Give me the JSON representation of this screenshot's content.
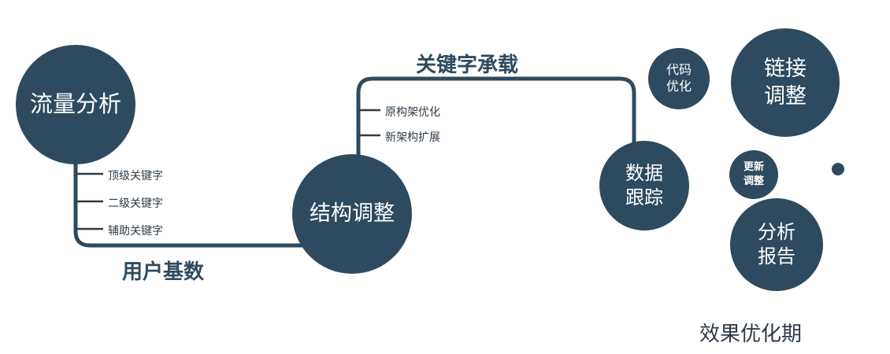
{
  "colors": {
    "primary": "#2e4a5e",
    "text_dark": "#2e3b47",
    "background": "#ffffff"
  },
  "nodes": {
    "traffic": {
      "label": "流量分析"
    },
    "structure": {
      "label": "结构调整"
    },
    "tracking": {
      "line1": "数据",
      "line2": "跟踪"
    },
    "code": {
      "line1": "代码",
      "line2": "优化"
    },
    "link": {
      "line1": "链接",
      "line2": "调整"
    },
    "update": {
      "line1": "更新",
      "line2": "调整"
    },
    "report": {
      "line1": "分析",
      "line2": "报告"
    }
  },
  "edges": {
    "user_base": "用户基数",
    "keyword_carry": "关键字承载"
  },
  "ticks_left": [
    "顶级关键字",
    "二级关键字",
    "辅助关键字"
  ],
  "ticks_mid": [
    "原构架优化",
    "新架构扩展"
  ],
  "footer": "效果优化期"
}
